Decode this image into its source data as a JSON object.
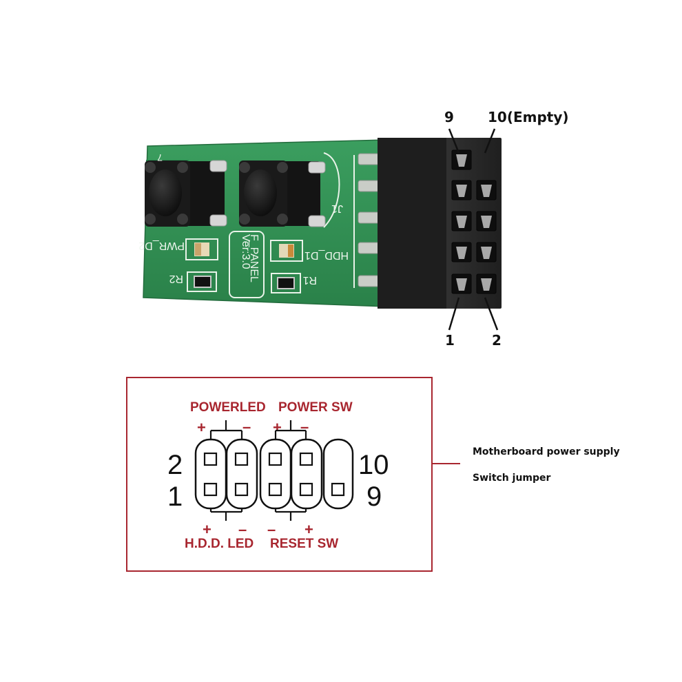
{
  "board": {
    "silkscreen_panel": "F_PANEL",
    "silkscreen_version": "Ver:3.0",
    "silk_pwr_d2": "PWR_D2",
    "silk_hdd_d1": "HDD_D1",
    "silk_r2": "R2",
    "silk_r1": "R1",
    "silk_j1": "J1",
    "silk_button_mark": "7",
    "pcb_color": "#2e8f52",
    "header_color": "#262626"
  },
  "callouts": {
    "pin9": "9",
    "pin10": "10(Empty)",
    "pin1": "1",
    "pin2": "2"
  },
  "diagram": {
    "label_powerled": "POWERLED",
    "label_powersw": "POWER SW",
    "label_hdd_led": "H.D.D. LED",
    "label_reset_sw": "RESET SW",
    "plus": "+",
    "minus": "–",
    "row_top_left": "2",
    "row_bottom_left": "1",
    "row_top_right": "10",
    "row_bottom_right": "9",
    "label_color": "#a8262f",
    "frame_color": "#a8262f"
  },
  "note": {
    "line1": "Motherboard power supply",
    "line2": "Switch jumper"
  }
}
